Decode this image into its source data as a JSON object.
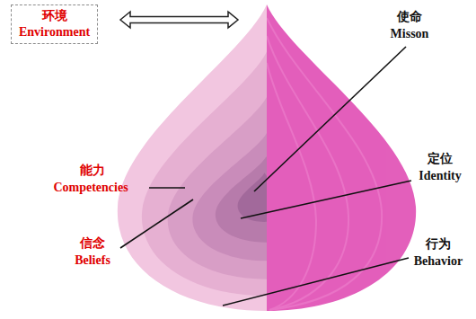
{
  "diagram": {
    "nodes": [
      {
        "text": [
          "环境",
          "Environment"
        ]
      }
    ],
    "labels": [
      "能力",
      "Competencies",
      "信念",
      "Beliefs",
      "使命",
      "Misson",
      "定位",
      "Identity",
      "行为",
      "Behavior"
    ]
  }
}
